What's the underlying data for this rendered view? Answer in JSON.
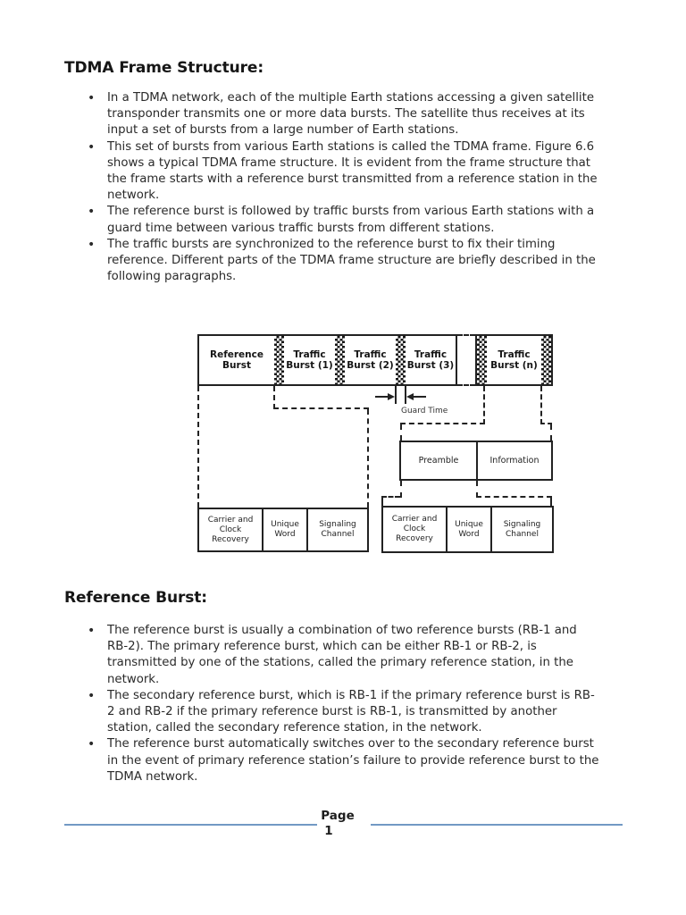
{
  "document": {
    "sections": [
      {
        "heading": "TDMA Frame Structure:",
        "bullets": [
          "In a TDMA network, each of the multiple Earth stations accessing a given satellite transponder transmits one or more data bursts. The satellite thus receives at its input a set of bursts from a large number of Earth stations.",
          "This set of bursts from various Earth stations is called the TDMA frame. Figure 6.6 shows a typical TDMA frame structure. It is evident from the frame structure that the frame starts with a reference burst transmitted from a reference station in the network.",
          "The reference burst is followed by traffic bursts from various Earth stations with a guard time between various traffic bursts from different stations.",
          "The traffic bursts are synchronized to the reference burst to fix their timing reference. Different parts of the TDMA frame structure are briefly described in the following paragraphs."
        ]
      },
      {
        "heading": "Reference Burst:",
        "bullets": [
          "The reference burst is usually a combination of two reference bursts (RB-1 and RB-2). The primary reference burst, which can be either RB-1 or RB-2, is transmitted by one of the stations, called the primary reference station, in the network.",
          "The secondary reference burst, which is RB-1 if the primary reference burst is RB-2 and RB-2 if the primary reference burst is RB-1, is transmitted by another station, called the secondary reference station, in the network.",
          "The reference burst automatically switches over to the secondary reference burst in the event of primary reference station’s failure to provide reference burst to the TDMA network."
        ]
      }
    ]
  },
  "figure": {
    "reference_burst": "Reference Burst",
    "traffic_bursts": [
      "Traffic Burst (1)",
      "Traffic Burst (2)",
      "Traffic Burst (3)",
      "Traffic Burst (n)"
    ],
    "guard_time": "Guard Time",
    "preamble": "Preamble",
    "information": "Information",
    "burst_components": [
      "Carrier and Clock Recovery",
      "Unique Word",
      "Signaling Channel"
    ]
  },
  "footer": {
    "page_label": "Page",
    "page_number": "1",
    "rule_color": "#7299c4"
  },
  "colors": {
    "text": "#262626",
    "figure_line": "#222222"
  }
}
